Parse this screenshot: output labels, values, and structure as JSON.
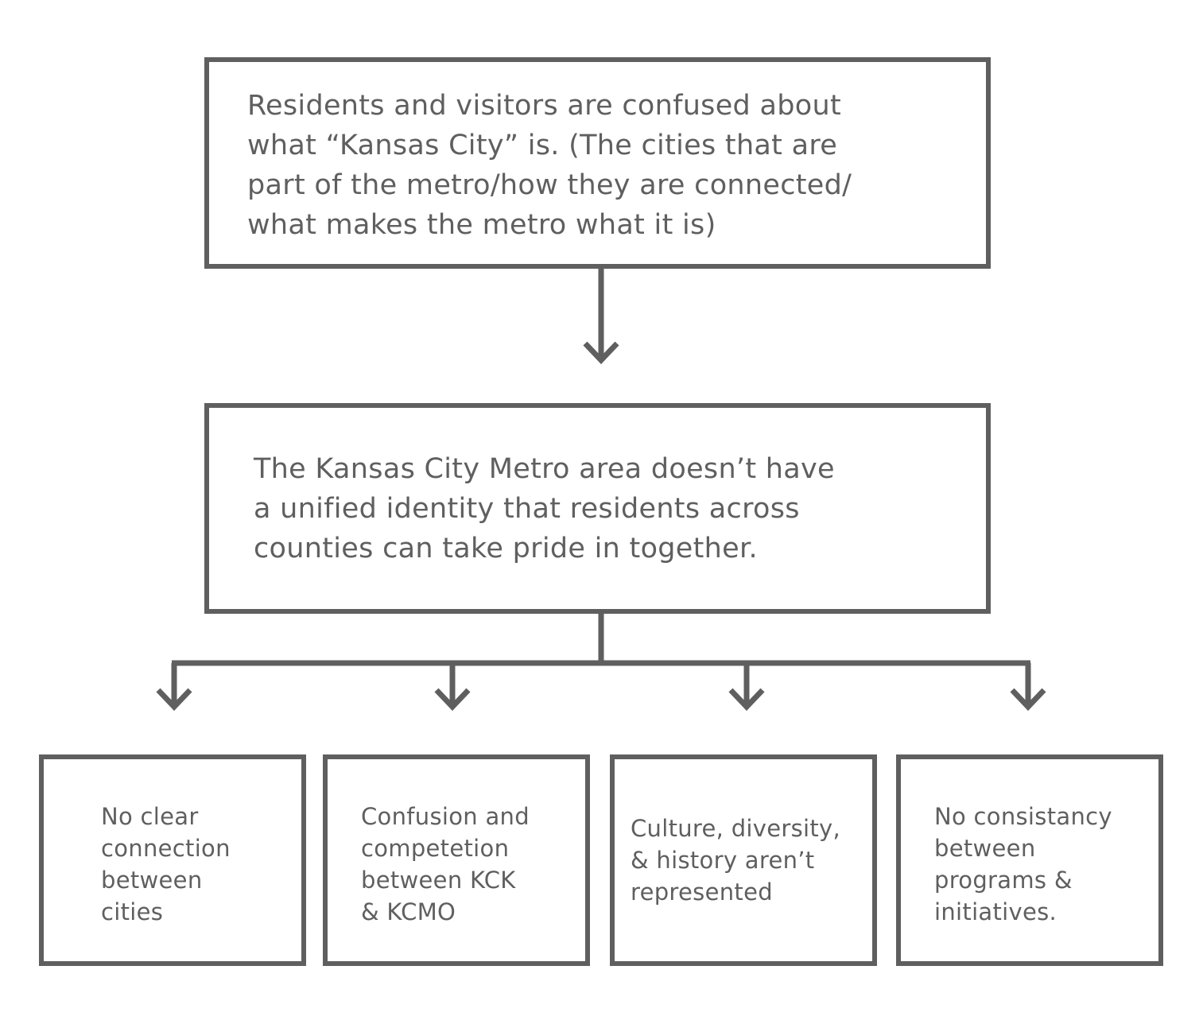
{
  "colors": {
    "stroke": "#5f5f5f",
    "text": "#5f5f5f",
    "background": "#ffffff"
  },
  "diagram": {
    "top_box": {
      "text": "Residents and visitors are confused about\nwhat “Kansas City” is. (The cities that are\npart of the metro/how they are connected/\nwhat makes the metro what it is)"
    },
    "middle_box": {
      "text": "The Kansas City Metro area doesn’t have\na unified identity that residents across\ncounties can take pride in together."
    },
    "leaves": [
      {
        "text": "No clear\nconnection\nbetween\ncities"
      },
      {
        "text": "Confusion and\ncompetetion\nbetween KCK\n& KCMO"
      },
      {
        "text": "Culture, diversity,\n& history aren’t\nrepresented"
      },
      {
        "text": "No consistancy\nbetween\nprograms &\ninitiatives."
      }
    ]
  }
}
